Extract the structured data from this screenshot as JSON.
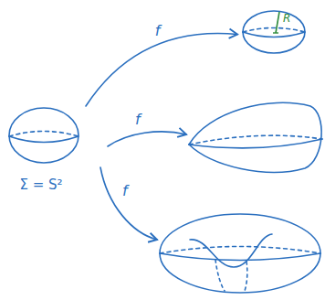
{
  "diagram": {
    "nodes": [
      {
        "text": [
          "Σ = S²"
        ]
      },
      {
        "text": [
          "R"
        ]
      }
    ],
    "edges": [
      {
        "from": 0,
        "to": 1,
        "arrow": "to",
        "label": "f"
      }
    ],
    "labels": [
      "f",
      "f"
    ]
  }
}
